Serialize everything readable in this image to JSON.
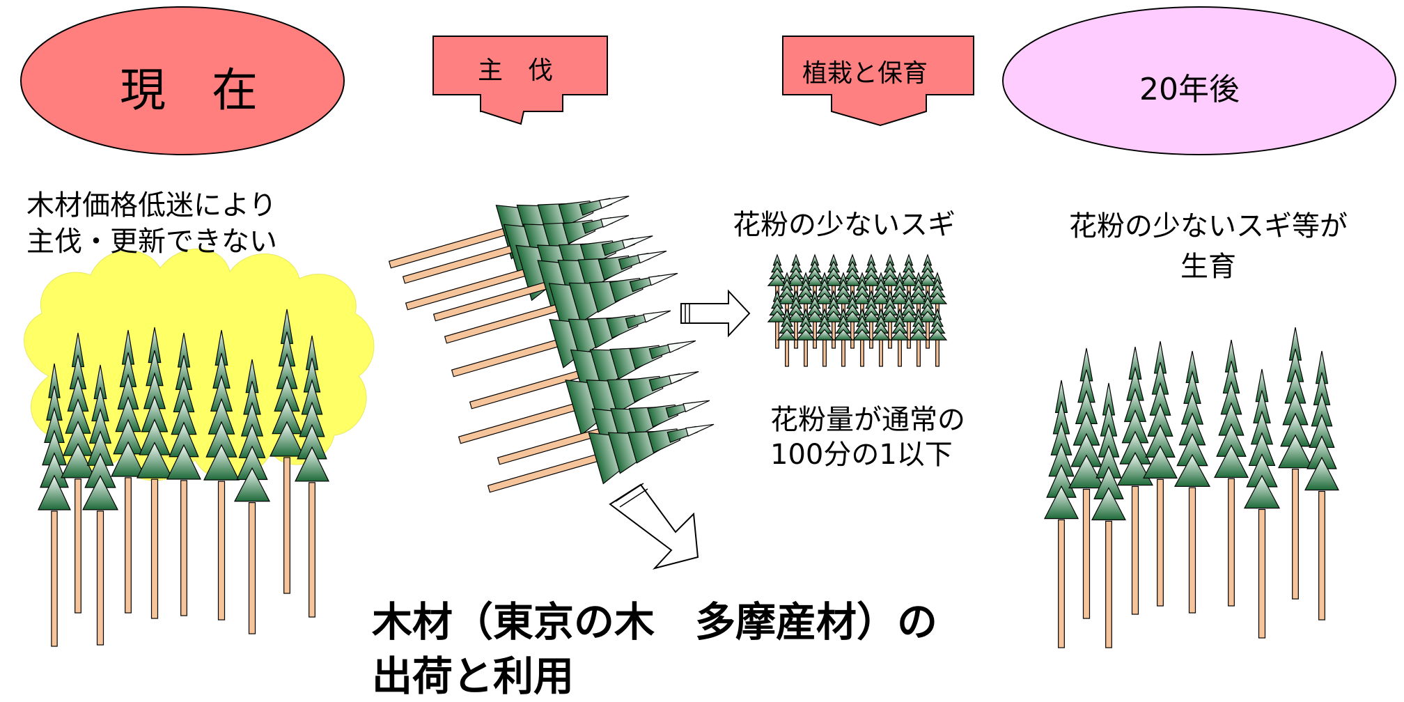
{
  "headers": {
    "now": "現　在",
    "harvest": "主　伐",
    "plant": "植栽と保育",
    "future": "20年後"
  },
  "left_caption": [
    "木材価格低迷により",
    "主伐・更新できない"
  ],
  "middle_right": {
    "title": "花粉の少ないスギ",
    "note": [
      "花粉量が通常の",
      "100分の1以下"
    ]
  },
  "right_caption": [
    "花粉の少ないスギ等が",
    "生育"
  ],
  "bottom_text": [
    "木材（東京の木　多摩産材）の",
    "出荷と利用"
  ],
  "colors": {
    "now_ellipse": "#ff7f7f",
    "future_ellipse": "#ffccff",
    "arrow_box": "#ff8080",
    "pollen_cloud": "#ffff66",
    "tree_dark": "#1f6b3a",
    "tree_light": "#ffffff",
    "trunk": "#f5c49a"
  },
  "icons": [
    "tree-icon",
    "felled-log-icon",
    "right-arrow-icon",
    "down-arrow-icon"
  ]
}
